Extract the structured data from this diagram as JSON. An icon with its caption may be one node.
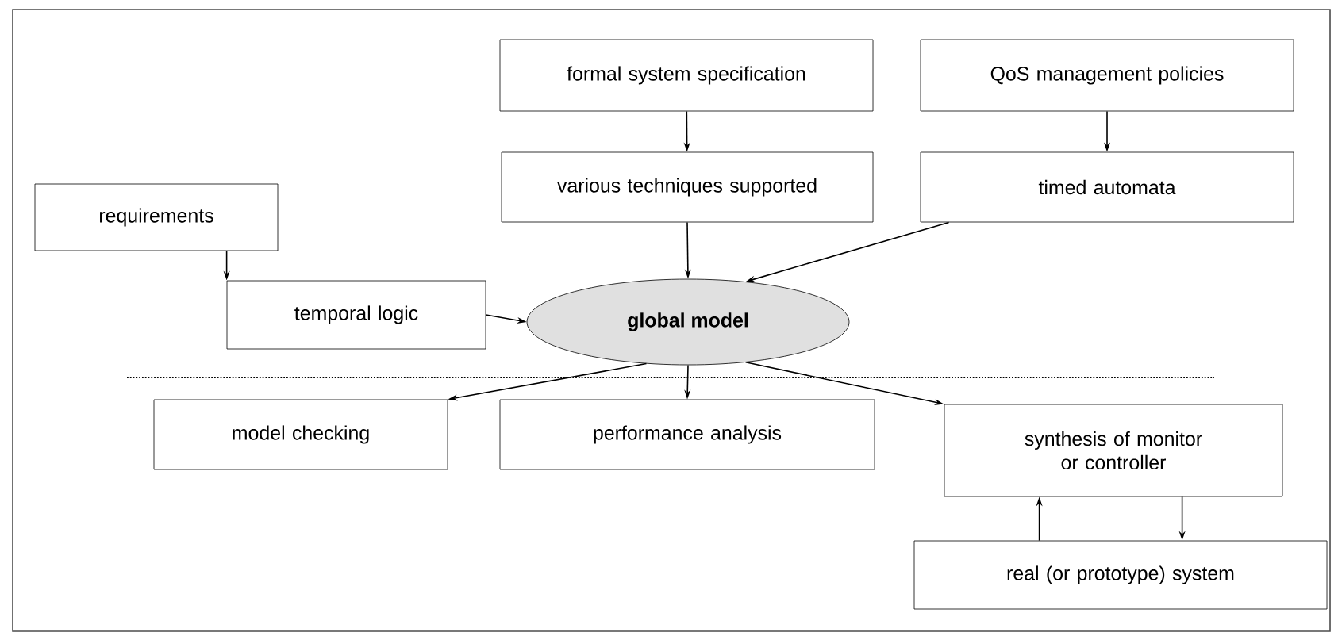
{
  "diagram": {
    "nodes": [
      {
        "text": [
          "formal system specification"
        ]
      },
      {
        "text": [
          "QoS management policies"
        ]
      },
      {
        "text": [
          "requirements"
        ]
      },
      {
        "text": [
          "various techniques supported"
        ]
      },
      {
        "text": [
          "timed automata"
        ]
      },
      {
        "text": [
          "temporal logic"
        ]
      },
      {
        "text": [
          "global model"
        ]
      },
      {
        "text": [
          "model checking"
        ]
      },
      {
        "text": [
          "performance analysis"
        ]
      },
      {
        "text": [
          "synthesis of monitor or controller"
        ]
      },
      {
        "text": [
          "real (or prototype) system"
        ]
      }
    ],
    "edges": [
      {
        "from": 0,
        "to": 3,
        "arrow": "to"
      },
      {
        "from": 1,
        "to": 4,
        "arrow": "to"
      },
      {
        "from": 2,
        "to": 5,
        "arrow": "to"
      },
      {
        "from": 3,
        "to": 6,
        "arrow": "to"
      },
      {
        "from": 4,
        "to": 6,
        "arrow": "to"
      },
      {
        "from": 5,
        "to": 6,
        "arrow": "to"
      },
      {
        "from": 6,
        "to": 7,
        "arrow": "to"
      },
      {
        "from": 6,
        "to": 8,
        "arrow": "to"
      },
      {
        "from": 6,
        "to": 9,
        "arrow": "to"
      },
      {
        "from": 10,
        "to": 9,
        "arrow": "to"
      },
      {
        "from": 9,
        "to": 10,
        "arrow": "to"
      }
    ]
  }
}
